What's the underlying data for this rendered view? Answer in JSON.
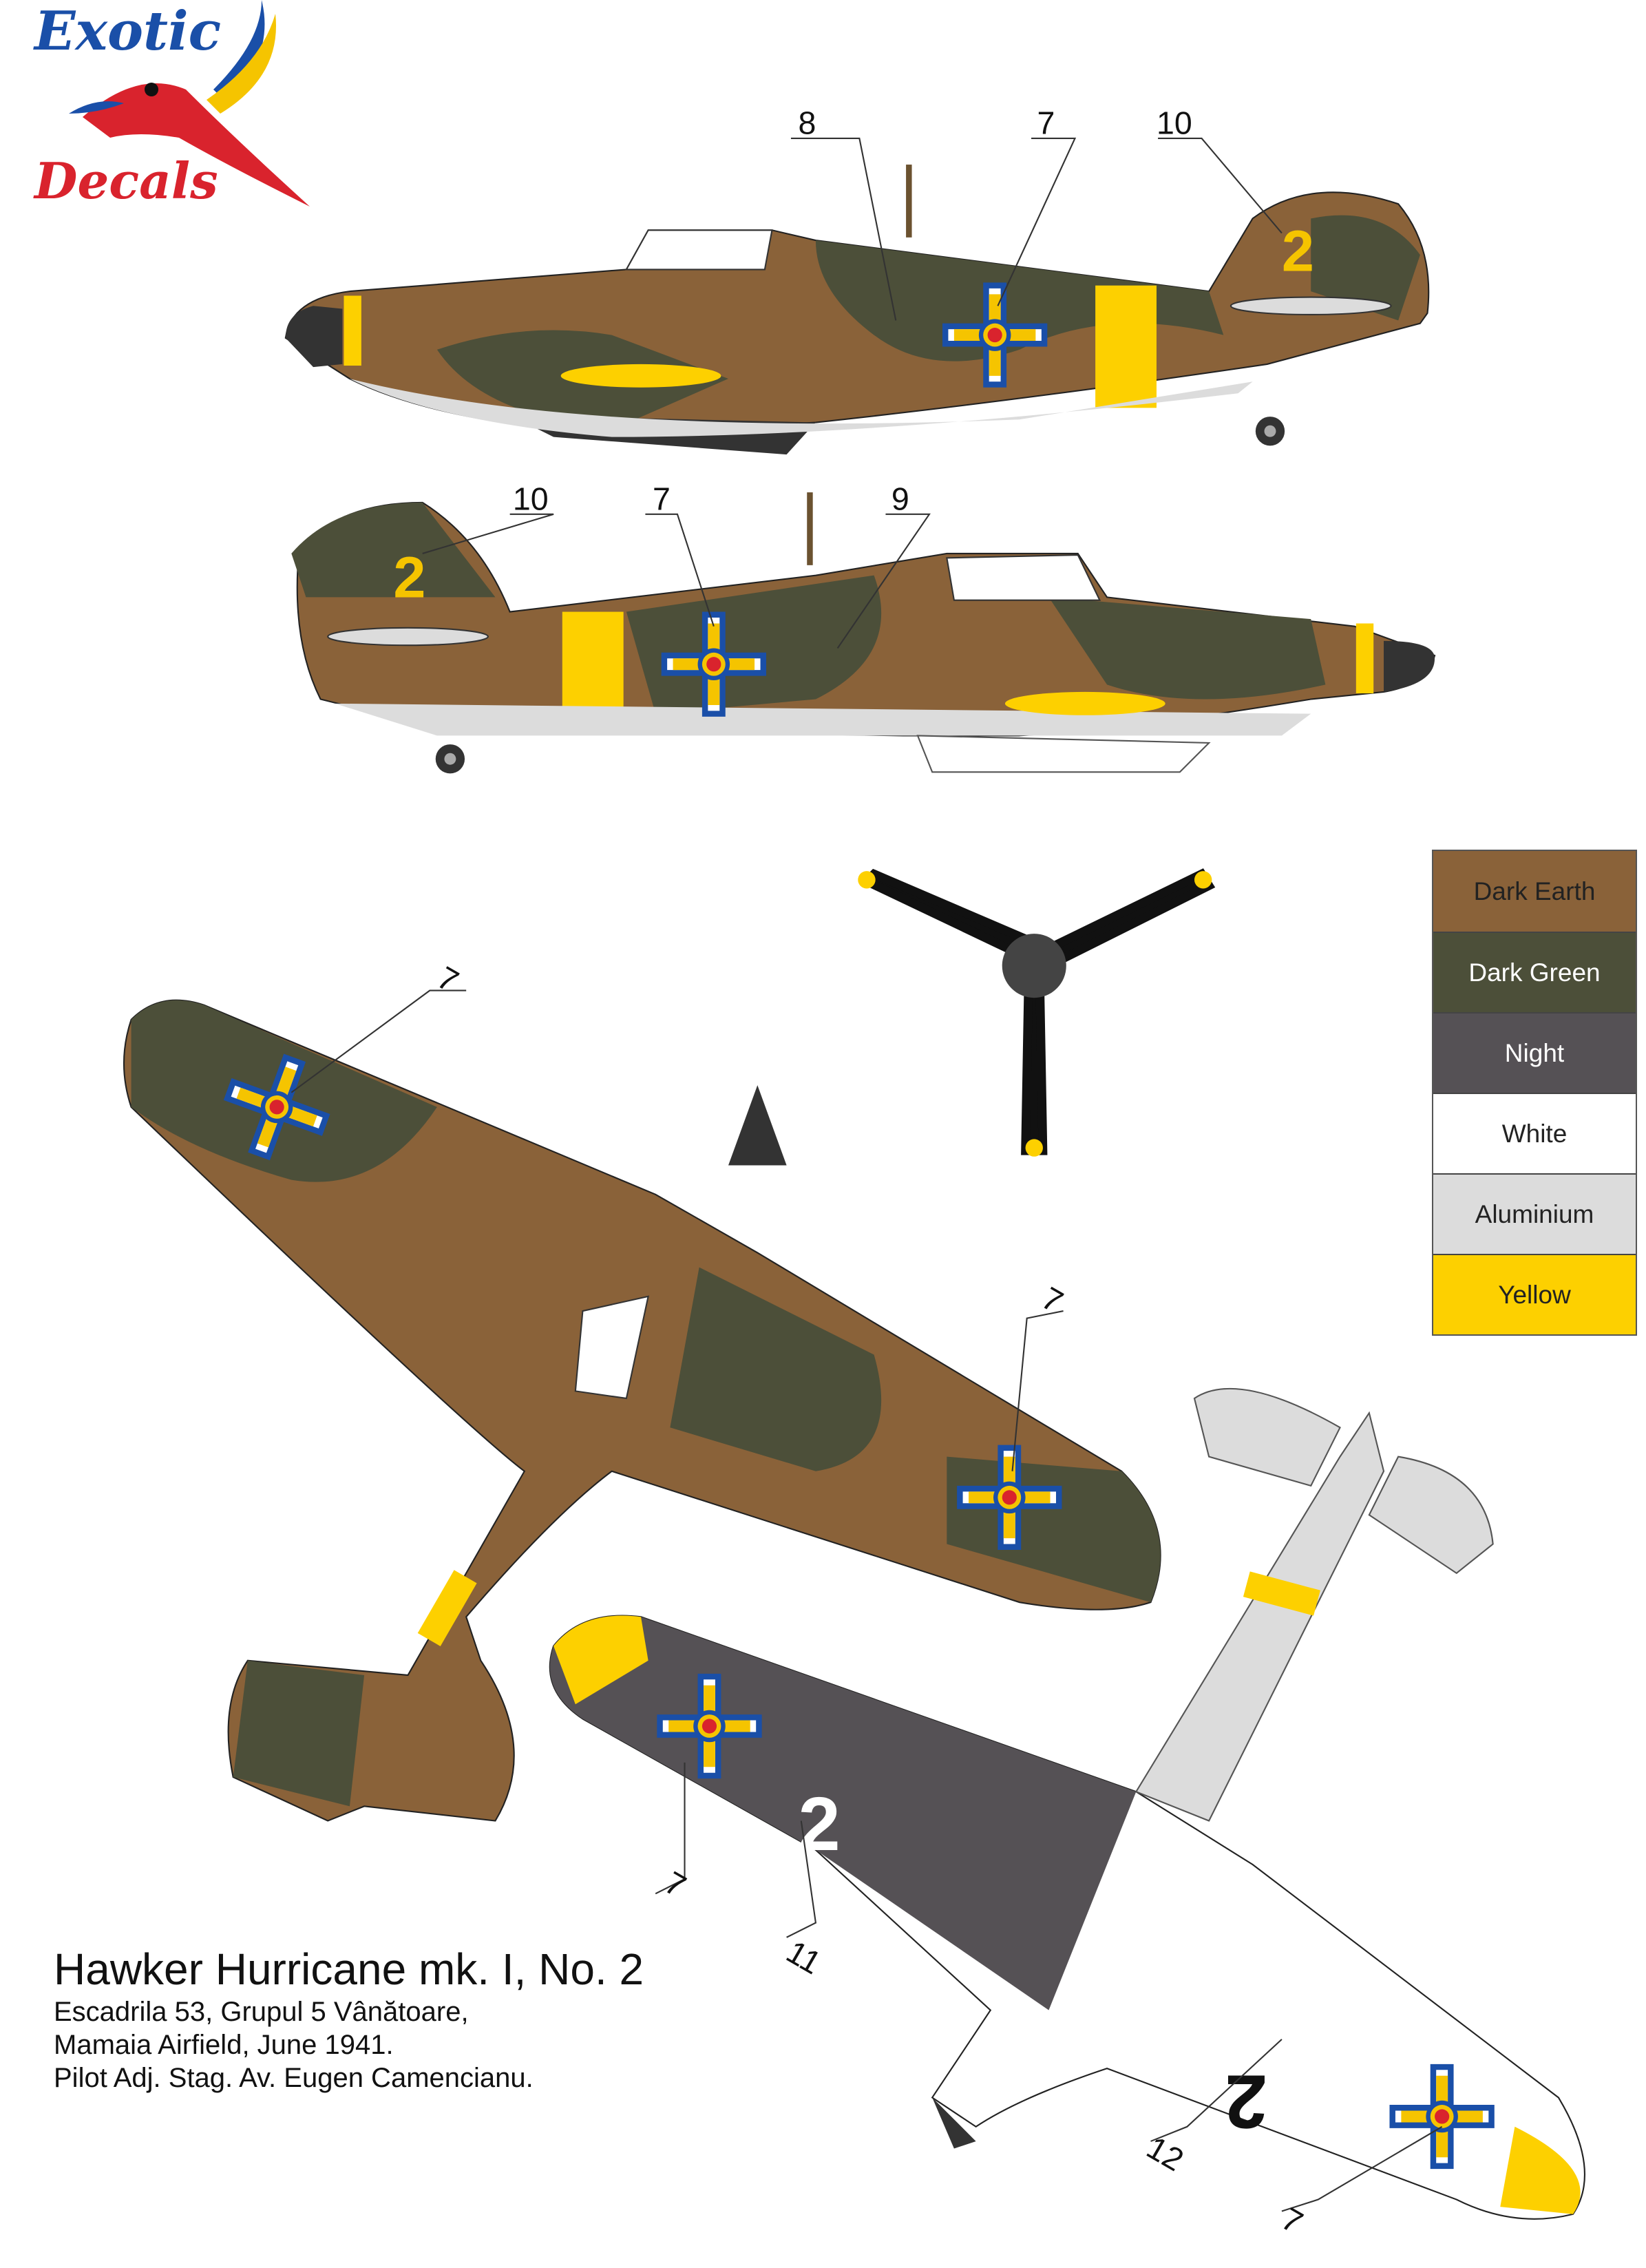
{
  "logo": {
    "line1": "Exotic",
    "line2": "Decals"
  },
  "callouts": {
    "side1": [
      "8",
      "7",
      "10"
    ],
    "side2": [
      "10",
      "7",
      "9"
    ],
    "top": [
      "7",
      "7"
    ],
    "bottom": [
      "7",
      "11",
      "12",
      "7"
    ]
  },
  "markings": {
    "code_number": "2"
  },
  "legend": [
    {
      "label": "Dark Earth",
      "color": "#8a6239",
      "text": "#222"
    },
    {
      "label": "Dark Green",
      "color": "#4c4f39",
      "text": "#fff"
    },
    {
      "label": "Night",
      "color": "#555155",
      "text": "#fff"
    },
    {
      "label": "White",
      "color": "#ffffff",
      "text": "#222"
    },
    {
      "label": "Aluminium",
      "color": "#dcdcdc",
      "text": "#222"
    },
    {
      "label": "Yellow",
      "color": "#fdd000",
      "text": "#222"
    }
  ],
  "caption": {
    "title": "Hawker Hurricane mk. I, No. 2",
    "lines": [
      "Escadrila 53, Grupul 5 Vânătoare,",
      "Mamaia Airfield, June 1941.",
      "Pilot  Adj. Stag. Av. Eugen Camencianu."
    ]
  }
}
